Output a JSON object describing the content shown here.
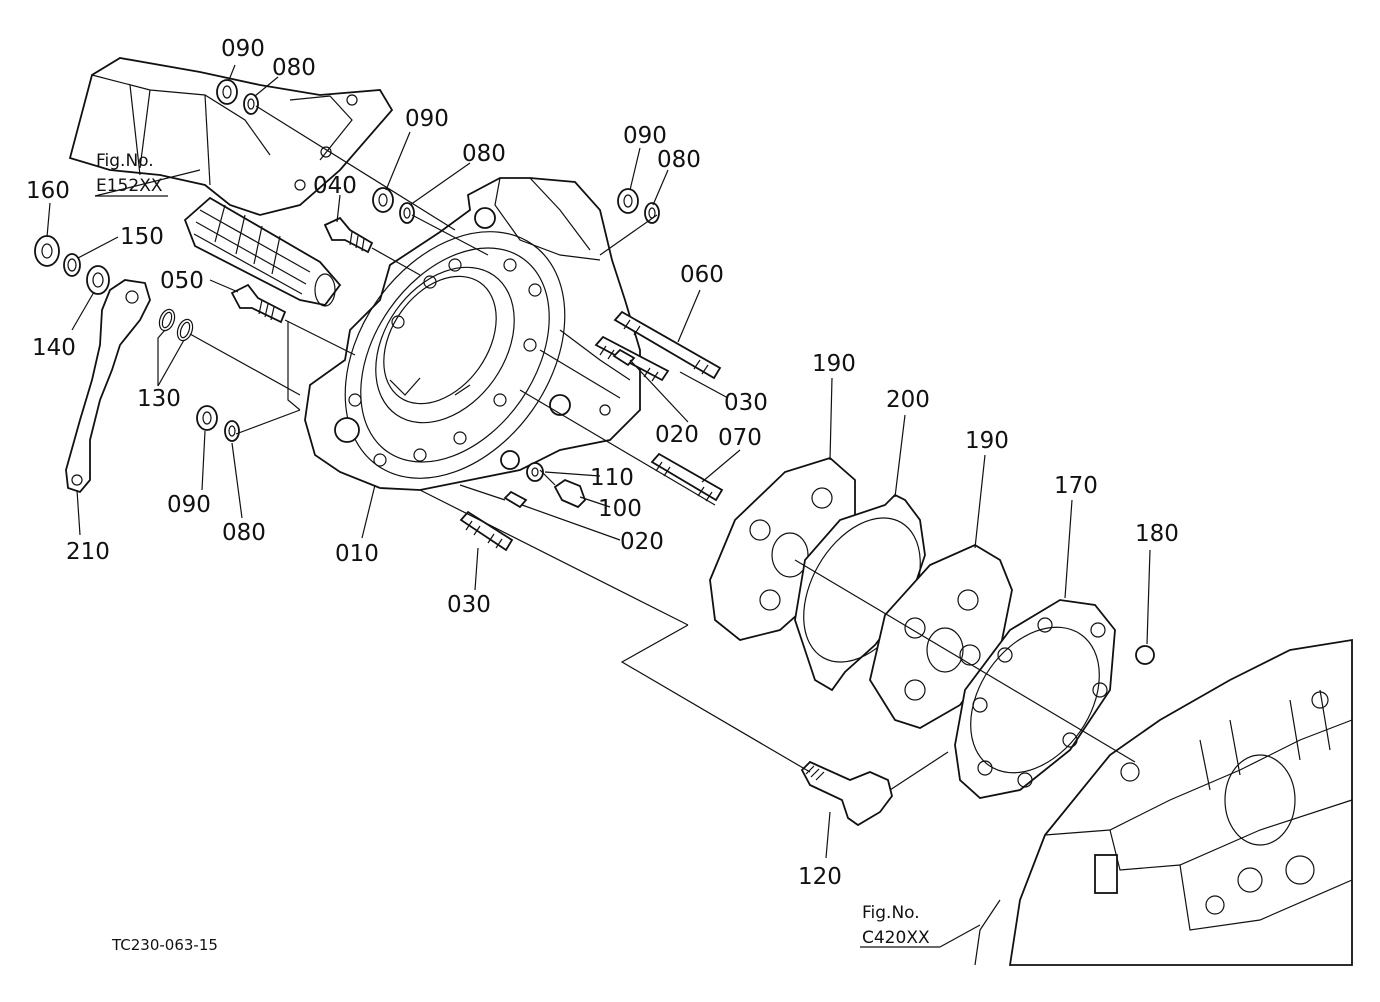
{
  "figure_refs": [
    {
      "id": "upper",
      "line1": "Fig.No.",
      "line2": "E152XX"
    },
    {
      "id": "lower",
      "line1": "Fig.No.",
      "line2": "C420XX"
    }
  ],
  "drawing_code": "TC230-063-15",
  "part_labels": [
    {
      "id": "p090a",
      "text": "090"
    },
    {
      "id": "p080a",
      "text": "080"
    },
    {
      "id": "p090b",
      "text": "090"
    },
    {
      "id": "p080b",
      "text": "080"
    },
    {
      "id": "p090c",
      "text": "090"
    },
    {
      "id": "p080c",
      "text": "080"
    },
    {
      "id": "p160",
      "text": "160"
    },
    {
      "id": "p150",
      "text": "150"
    },
    {
      "id": "p140",
      "text": "140"
    },
    {
      "id": "p130",
      "text": "130"
    },
    {
      "id": "p040",
      "text": "040"
    },
    {
      "id": "p050",
      "text": "050"
    },
    {
      "id": "p060",
      "text": "060"
    },
    {
      "id": "p030a",
      "text": "030"
    },
    {
      "id": "p020a",
      "text": "020"
    },
    {
      "id": "p070",
      "text": "070"
    },
    {
      "id": "p190a",
      "text": "190"
    },
    {
      "id": "p200",
      "text": "200"
    },
    {
      "id": "p190b",
      "text": "190"
    },
    {
      "id": "p170",
      "text": "170"
    },
    {
      "id": "p180",
      "text": "180"
    },
    {
      "id": "p110",
      "text": "110"
    },
    {
      "id": "p100",
      "text": "100"
    },
    {
      "id": "p020b",
      "text": "020"
    },
    {
      "id": "p090d",
      "text": "090"
    },
    {
      "id": "p080d",
      "text": "080"
    },
    {
      "id": "p210",
      "text": "210"
    },
    {
      "id": "p010",
      "text": "010"
    },
    {
      "id": "p030b",
      "text": "030"
    },
    {
      "id": "p120",
      "text": "120"
    }
  ]
}
